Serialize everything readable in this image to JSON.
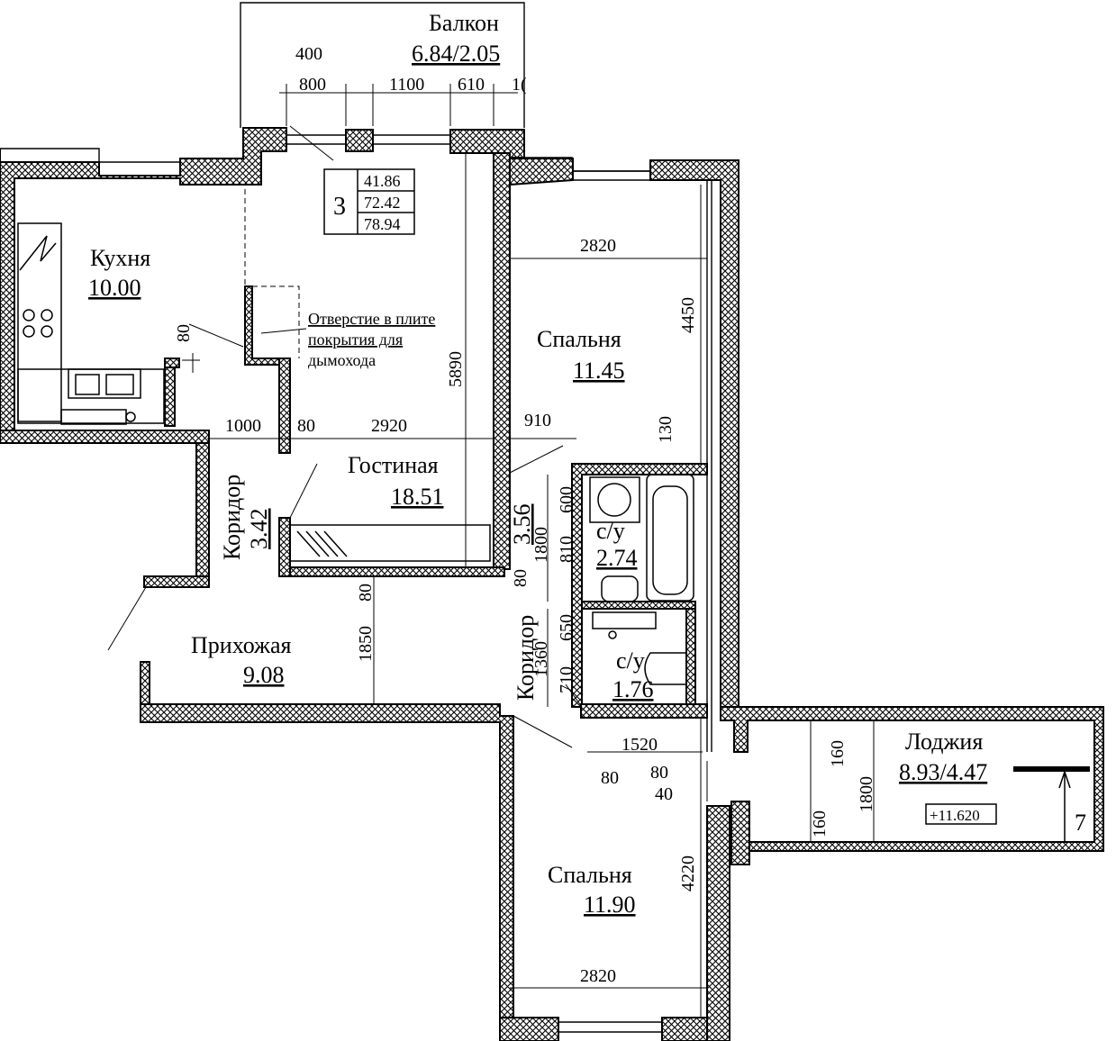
{
  "rooms": {
    "balcony": {
      "name": "Балкон",
      "area": "6.84/2.05"
    },
    "kitchen": {
      "name": "Кухня",
      "area": "10.00"
    },
    "bedroom1": {
      "name": "Спальня",
      "area": "11.45"
    },
    "living": {
      "name": "Гостиная",
      "area": "18.51"
    },
    "corridor1": {
      "name": "Коридор",
      "area": "3.42"
    },
    "corridor2": {
      "name": "Коридор",
      "area": "3.56"
    },
    "bath1": {
      "name": "с/у",
      "area": "2.74"
    },
    "bath2": {
      "name": "с/у",
      "area": "1.76"
    },
    "hall": {
      "name": "Прихожая",
      "area": "9.08"
    },
    "loggia": {
      "name": "Лоджия",
      "area": "8.93/4.47"
    },
    "bedroom2": {
      "name": "Спальня",
      "area": "11.90"
    }
  },
  "summary": {
    "rooms_count": "3",
    "living_area": "41.86",
    "total_area": "72.42",
    "total_with_balcony": "78.94"
  },
  "note": {
    "line1": "Отверстие в плите",
    "line2": "покрытия для",
    "line3": "дымохода"
  },
  "level_mark": "+11.620",
  "section_mark": "7",
  "dims": {
    "d400": "400",
    "d800": "800",
    "d1100": "1100",
    "d610": "610",
    "d1x": "1(",
    "d2820a": "2820",
    "d4450": "4450",
    "d5890": "5890",
    "d80a": "80",
    "d1000": "1000",
    "d80b": "80",
    "d2920": "2920",
    "d910": "910",
    "d130": "130",
    "d600": "600",
    "d1800a": "1800",
    "d810": "810",
    "d80c": "80",
    "d80d": "80",
    "d650": "650",
    "d1360": "1360",
    "d710": "710",
    "d1850": "1850",
    "d1520": "1520",
    "d80e": "80",
    "d80f": "80",
    "d40": "40",
    "d160a": "160",
    "d1800b": "1800",
    "d160b": "160",
    "d4220": "4220",
    "d2820b": "2820"
  }
}
